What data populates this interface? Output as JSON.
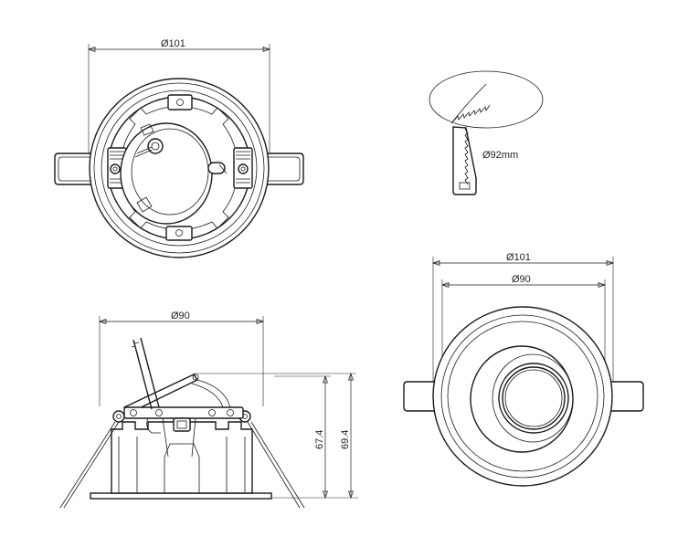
{
  "dimensions": {
    "top_view_diameter": "Ø101",
    "cutout_diameter": "Ø92mm",
    "bottom_view_outer_diameter": "Ø101",
    "bottom_view_inner_diameter": "Ø90",
    "side_view_diameter": "Ø90",
    "side_height_body": "67.4",
    "side_height_total": "69.4"
  },
  "colors": {
    "line": "#1a1a1a",
    "background": "#ffffff"
  }
}
